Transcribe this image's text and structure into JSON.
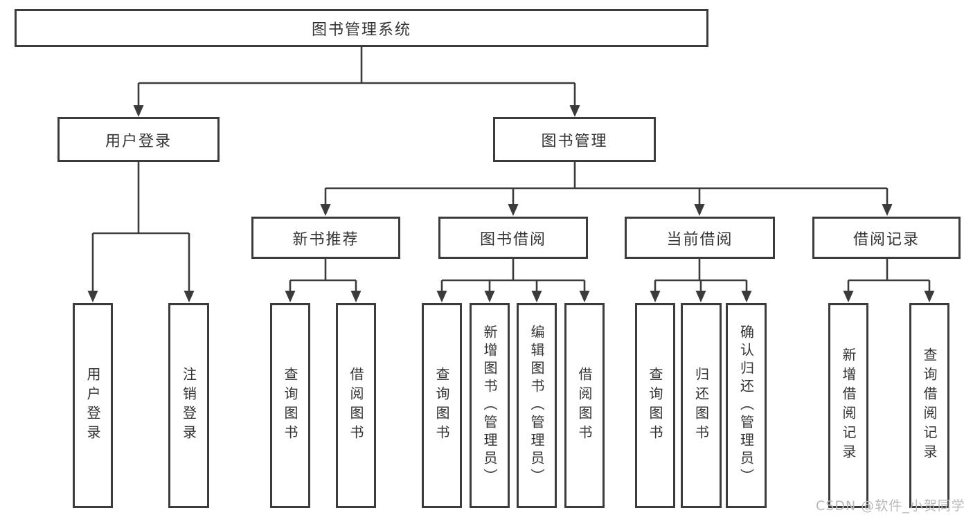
{
  "diagram": {
    "title": "图书管理系统",
    "root": {
      "label": "图书管理系统"
    },
    "level2": [
      {
        "label": "用户登录"
      },
      {
        "label": "图书管理"
      }
    ],
    "level3": [
      {
        "label": "新书推荐"
      },
      {
        "label": "图书借阅"
      },
      {
        "label": "当前借阅"
      },
      {
        "label": "借阅记录"
      }
    ],
    "leaves": [
      {
        "label": "用户登录"
      },
      {
        "label": "注销登录"
      },
      {
        "label": "查询图书"
      },
      {
        "label": "借阅图书"
      },
      {
        "label": "查询图书"
      },
      {
        "label": "新增图书（管理员）"
      },
      {
        "label": "编辑图书（管理员）"
      },
      {
        "label": "借阅图书"
      },
      {
        "label": "查询图书"
      },
      {
        "label": "归还图书"
      },
      {
        "label": "确认归还（管理员）"
      },
      {
        "label": "新增借阅记录"
      },
      {
        "label": "查询借阅记录"
      }
    ],
    "colors": {
      "line": "#3b3b3b",
      "text": "#333333",
      "watermark": "#b9b9b9",
      "background": "#ffffff"
    }
  },
  "watermark": {
    "text": "CSDN @软件_小贺同学"
  }
}
